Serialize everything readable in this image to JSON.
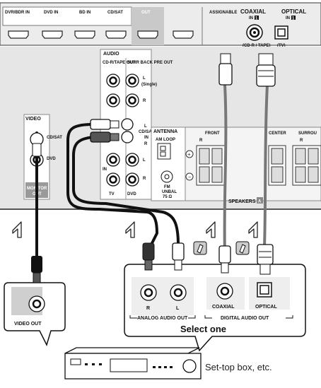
{
  "top_panel": {
    "hdmi_labels": [
      "DVR/BDR IN",
      "DVD IN",
      "BD IN",
      "CD/SAT",
      "OUT"
    ],
    "assignable": "ASSIGNABLE",
    "coaxial": {
      "title": "COAXIAL",
      "sub": "IN",
      "num": "1",
      "note": "(CD-R / TAPE)"
    },
    "optical": {
      "title": "OPTICAL",
      "sub": "IN",
      "num": "1",
      "note": "(TV)"
    }
  },
  "audio_block": {
    "title": "AUDIO",
    "col1": "CD-R/TAPE OUT",
    "col2": "SURR BACK PRE OUT",
    "l": "L",
    "single": "(Single)",
    "r": "R",
    "cdsat_in": [
      "CD/SAT",
      "IN"
    ],
    "in": "IN",
    "tv": "TV",
    "dvd": "DVD"
  },
  "video_block": {
    "title": "VIDEO",
    "cdsat": "CD/SAT",
    "dvd": "DVD",
    "monitor": [
      "MONITOR",
      "OUT"
    ]
  },
  "antenna": {
    "title": "ANTENNA",
    "am": "AM LOOP",
    "fm": [
      "FM",
      "UNBAL",
      "75 Ω"
    ]
  },
  "speakers": {
    "front": "FRONT",
    "front_r": "R",
    "center": "CENTER",
    "surround": "SURROU",
    "surround_r": "R",
    "label": "SPEAKERS",
    "badge": "A"
  },
  "device": {
    "video_out": "VIDEO OUT",
    "r": "R",
    "l": "L",
    "analog": "ANALOG AUDIO OUT",
    "coaxial": "COAXIAL",
    "optical": "OPTICAL",
    "digital": "DIGITAL AUDIO OUT",
    "select": "Select one",
    "caption": "Set-top box, etc."
  },
  "colors": {
    "panel": "#e9e9e9",
    "cable": "#111111",
    "gray_cable": "#8a8a8a",
    "red_plug": "#555555"
  }
}
